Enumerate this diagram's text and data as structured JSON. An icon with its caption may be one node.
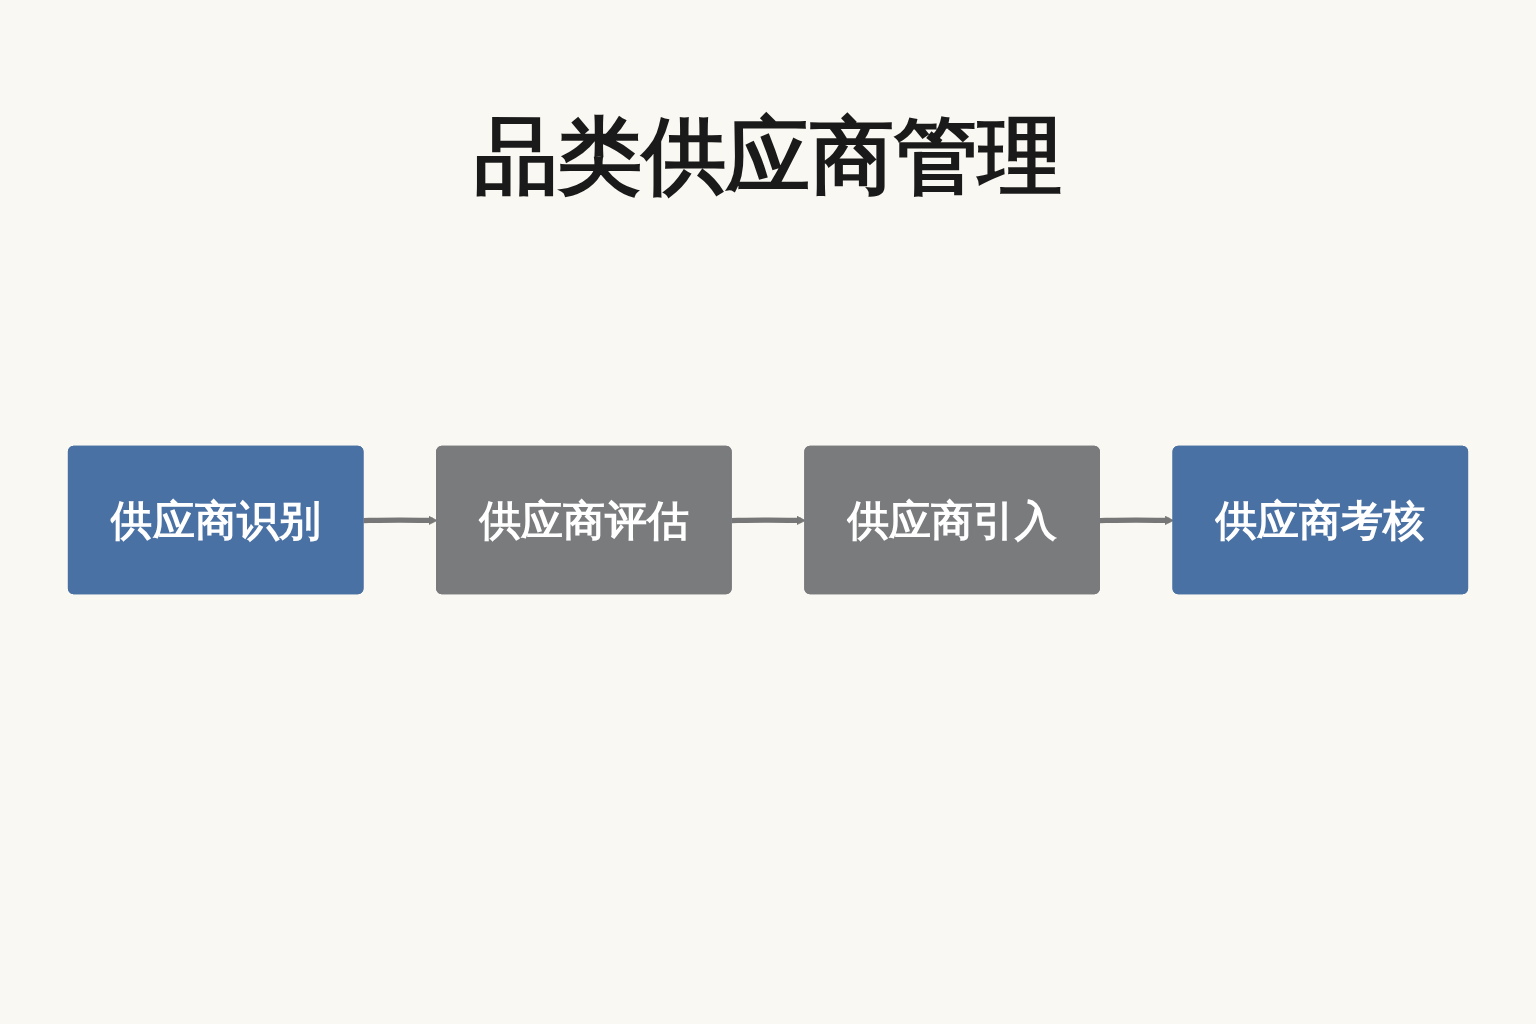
{
  "diagram": {
    "title": "品类供应商管理",
    "nodes": [
      {
        "text": [
          "供应商识别"
        ]
      },
      {
        "text": [
          "供应商评估"
        ]
      },
      {
        "text": [
          "供应商引入"
        ]
      },
      {
        "text": [
          "供应商考核"
        ]
      }
    ],
    "edges": [
      {
        "from": 0,
        "to": 1,
        "arrow": "to"
      },
      {
        "from": 1,
        "to": 2,
        "arrow": "to"
      },
      {
        "from": 2,
        "to": 3,
        "arrow": "to"
      }
    ]
  }
}
